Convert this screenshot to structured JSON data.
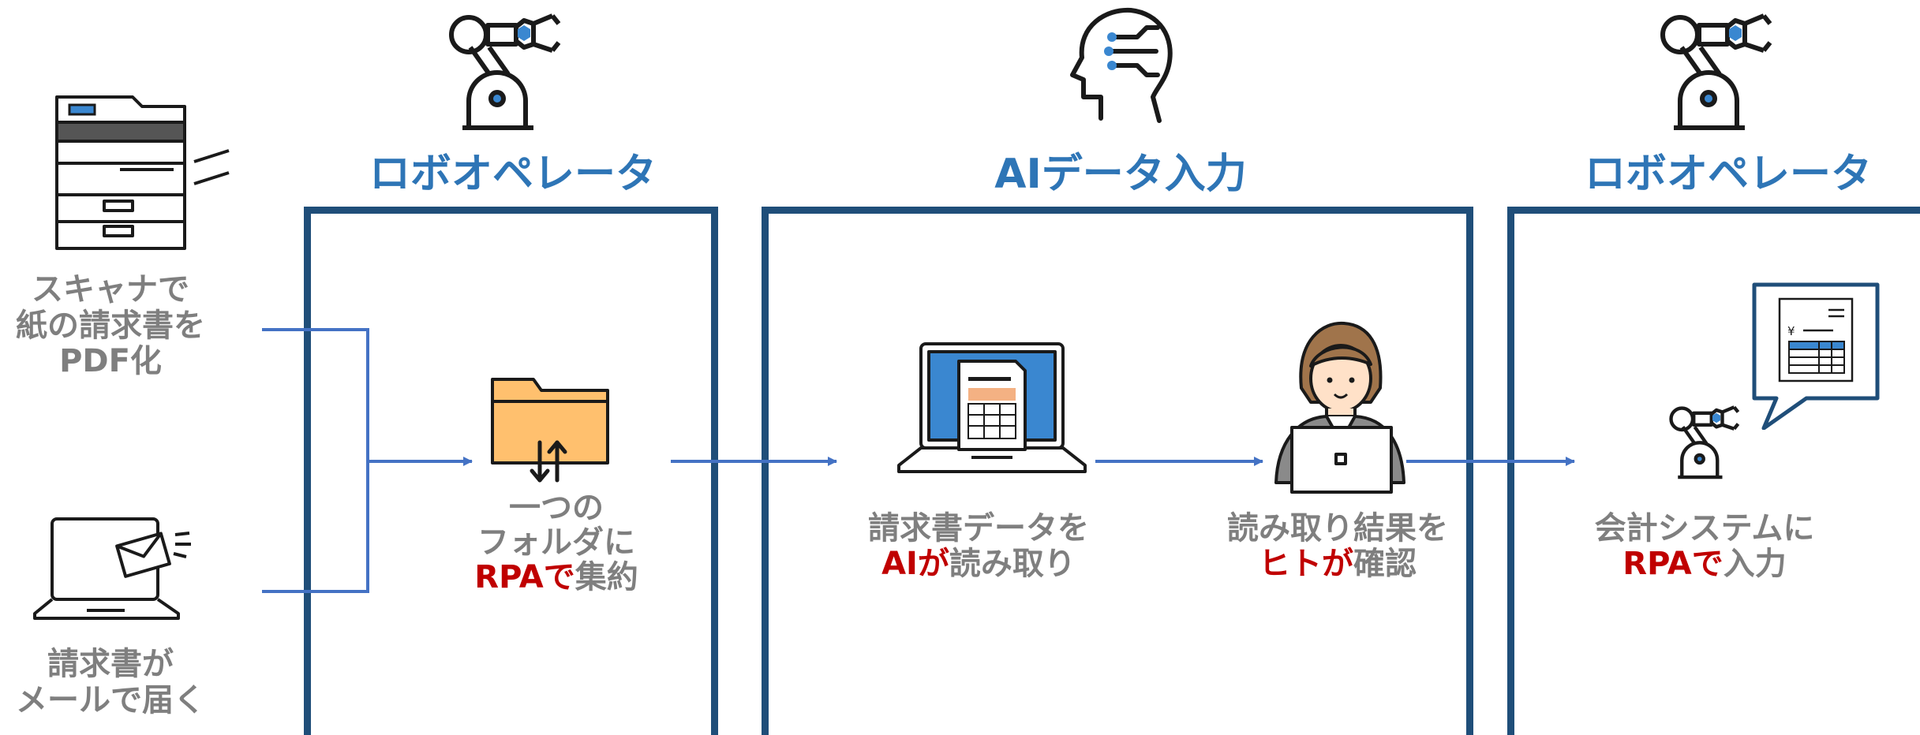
{
  "sections": [
    {
      "title": "ロボオペレータ"
    },
    {
      "title": "AIデータ入力"
    },
    {
      "title": "ロボオペレータ"
    }
  ],
  "inputs": {
    "scanner_label": [
      "スキャナで",
      "紙の請求書を",
      "PDF化"
    ],
    "mail_label": [
      "請求書が",
      "メールで届く"
    ]
  },
  "steps": {
    "folder": {
      "line1": "一つの",
      "line2": "フォルダに",
      "rpa": "RPAで",
      "action": "集約"
    },
    "ai_read": {
      "line1": "請求書データを",
      "ai": "AIが",
      "action": "読み取り"
    },
    "human_check": {
      "line1": "読み取り結果を",
      "human": "ヒトが",
      "action": "確認"
    },
    "accounting": {
      "line1": "会計システムに",
      "rpa": "RPAで",
      "action": "入力"
    }
  },
  "colors": {
    "box_border": "#1f4e79",
    "title_blue": "#2e75b6",
    "arrow_blue": "#4472c4",
    "label_gray": "#7f7f7f",
    "accent_red": "#c00000",
    "folder_orange": "#ffc06e",
    "screen_blue": "#3a87d0"
  },
  "icons": [
    "robot-arm-icon",
    "ai-head-icon",
    "scanner-icon",
    "laptop-mail-icon",
    "folder-transfer-icon",
    "laptop-invoice-icon",
    "woman-laptop-icon",
    "invoice-bubble-icon"
  ]
}
